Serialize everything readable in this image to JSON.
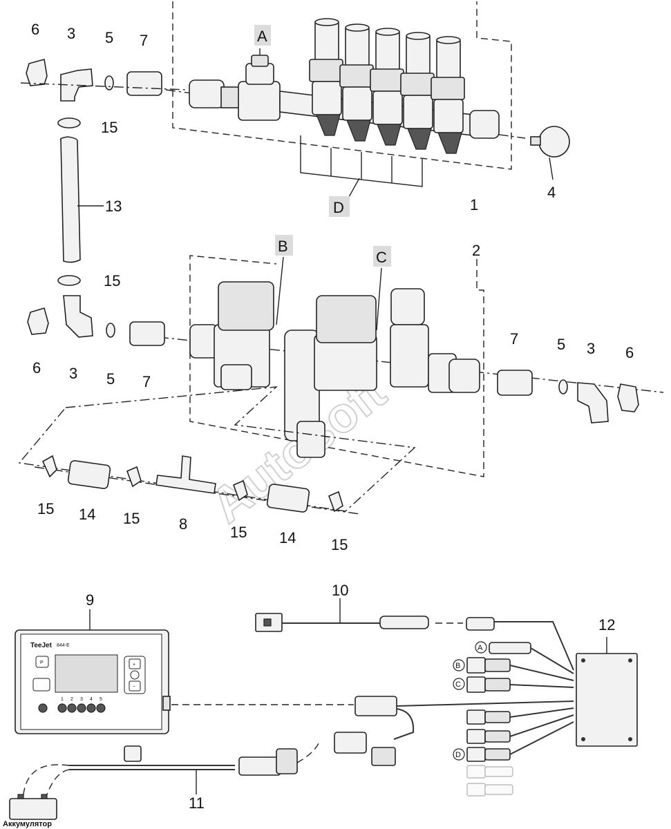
{
  "callouts": {
    "n1": "1",
    "n2": "2",
    "n3": "3",
    "n4": "4",
    "n5": "5",
    "n6": "6",
    "n7": "7",
    "n8": "8",
    "n9": "9",
    "n10": "10",
    "n11": "11",
    "n12": "12",
    "n13": "13",
    "n14": "14",
    "n15": "15"
  },
  "letters": {
    "A": "A",
    "B": "B",
    "C": "C",
    "D": "D"
  },
  "battery_label": "Аккумулятор",
  "watermark": "Autosoft",
  "console": {
    "brand": "TeeJet",
    "model": "844-E",
    "p_key": "P",
    "plus_key": "+",
    "minus_key": "−",
    "sections": [
      "1",
      "2",
      "3",
      "4",
      "5"
    ]
  }
}
